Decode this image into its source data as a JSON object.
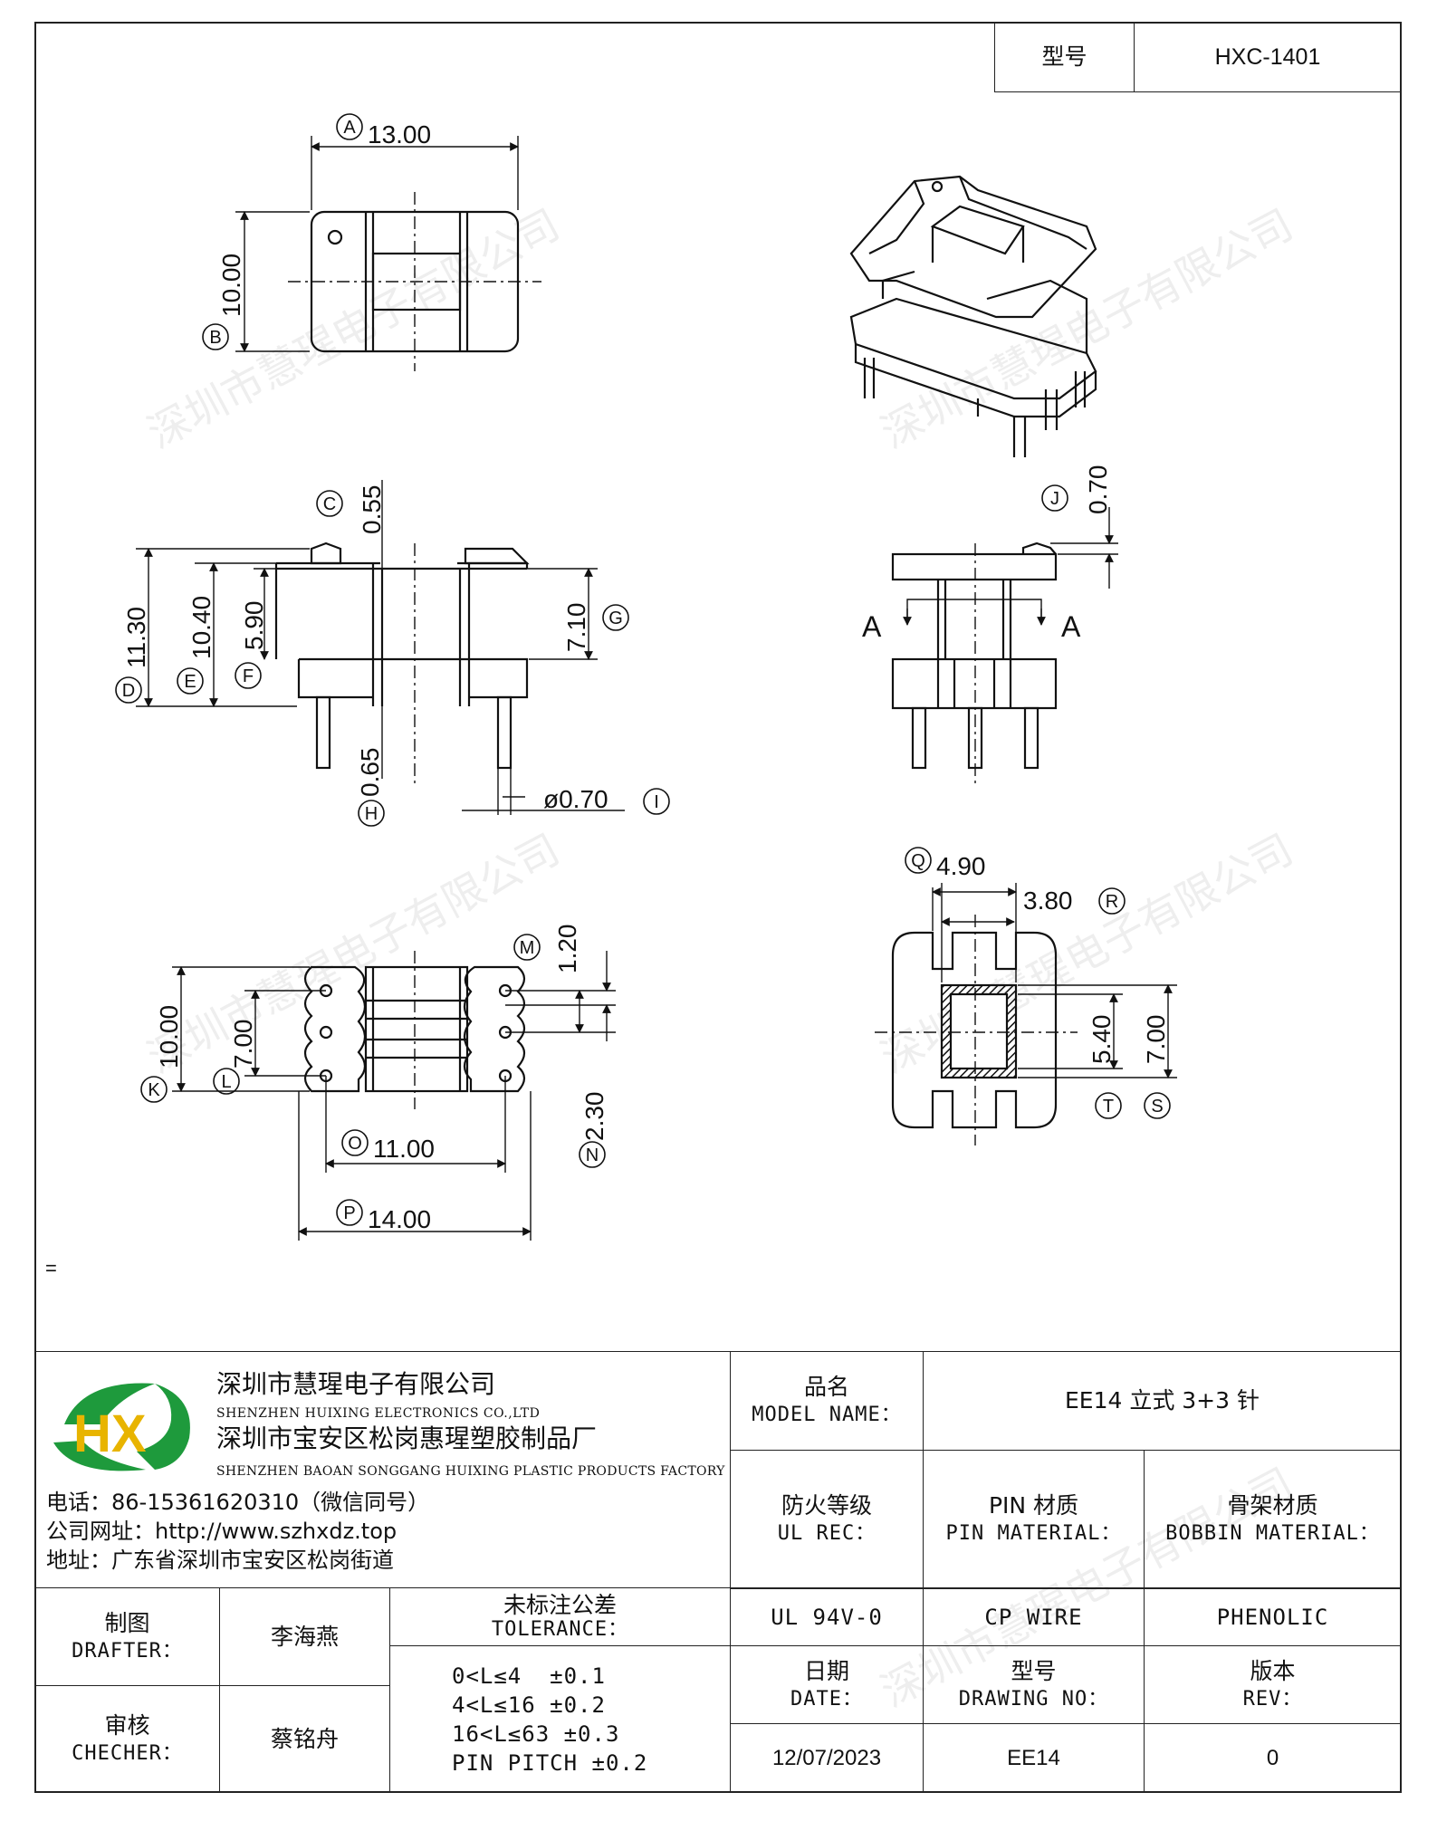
{
  "header": {
    "model_label": "型号",
    "model_value": "HXC-1401"
  },
  "drawing": {
    "dims": {
      "A": "13.00",
      "B": "10.00",
      "C": "0.55",
      "D": "11.30",
      "E": "10.40",
      "F": "5.90",
      "G": "7.10",
      "H": "0.65",
      "I": "ø0.70",
      "J": "0.70",
      "K": "10.00",
      "L": "7.00",
      "M": "1.20",
      "N": "2.30",
      "O": "11.00",
      "P": "14.00",
      "Q": "4.90",
      "R": "3.80",
      "S": "7.00",
      "T": "5.40"
    },
    "section_mark": "A",
    "stray_mark": "="
  },
  "watermark": "深圳市慧瑆电子有限公司",
  "company": {
    "name_cn": "深圳市慧瑆电子有限公司",
    "name_en": "SHENZHEN HUIXING ELECTRONICS CO.,LTD",
    "factory_cn": "深圳市宝安区松岗惠瑆塑胶制品厂",
    "factory_en": "SHENZHEN BAOAN SONGGANG HUIXING PLASTIC PRODUCTS FACTORY",
    "phone": "电话：86-15361620310（微信同号）",
    "website": "公司网址：http://www.szhxdz.top",
    "address": "地址：广东省深圳市宝安区松岗街道",
    "logo_letters": "HX",
    "logo_colors": {
      "green": "#1e9a3c",
      "yellow": "#e8b400"
    }
  },
  "table": {
    "model_name_cn": "品名",
    "model_name_en": "MODEL NAME：",
    "model_name_value": "EE14 立式 3+3 针",
    "ul_cn": "防火等级",
    "ul_en": "UL REC：",
    "ul_value": "UL 94V-0",
    "pin_cn": "PIN 材质",
    "pin_en": "PIN MATERIAL：",
    "pin_value": "CP WIRE",
    "bobbin_cn": "骨架材质",
    "bobbin_en": "BOBBIN MATERIAL：",
    "bobbin_value": "PHENOLIC",
    "drafter_cn": "制图",
    "drafter_en": "DRAFTER：",
    "drafter_value": "李海燕",
    "checker_cn": "审核",
    "checker_en": "CHECHER：",
    "checker_value": "蔡铭舟",
    "tolerance_cn": "未标注公差",
    "tolerance_en": "TOLERANCE：",
    "tolerance_rows": [
      "0<L≤4  ±0.1",
      "4<L≤16 ±0.2",
      "16<L≤63 ±0.3",
      "PIN PITCH ±0.2"
    ],
    "date_cn": "日期",
    "date_en": "DATE：",
    "date_value": "12/07/2023",
    "drawing_no_cn": "型号",
    "drawing_no_en": "DRAWING NO：",
    "drawing_no_value": "EE14",
    "rev_cn": "版本",
    "rev_en": "REV：",
    "rev_value": "0"
  }
}
